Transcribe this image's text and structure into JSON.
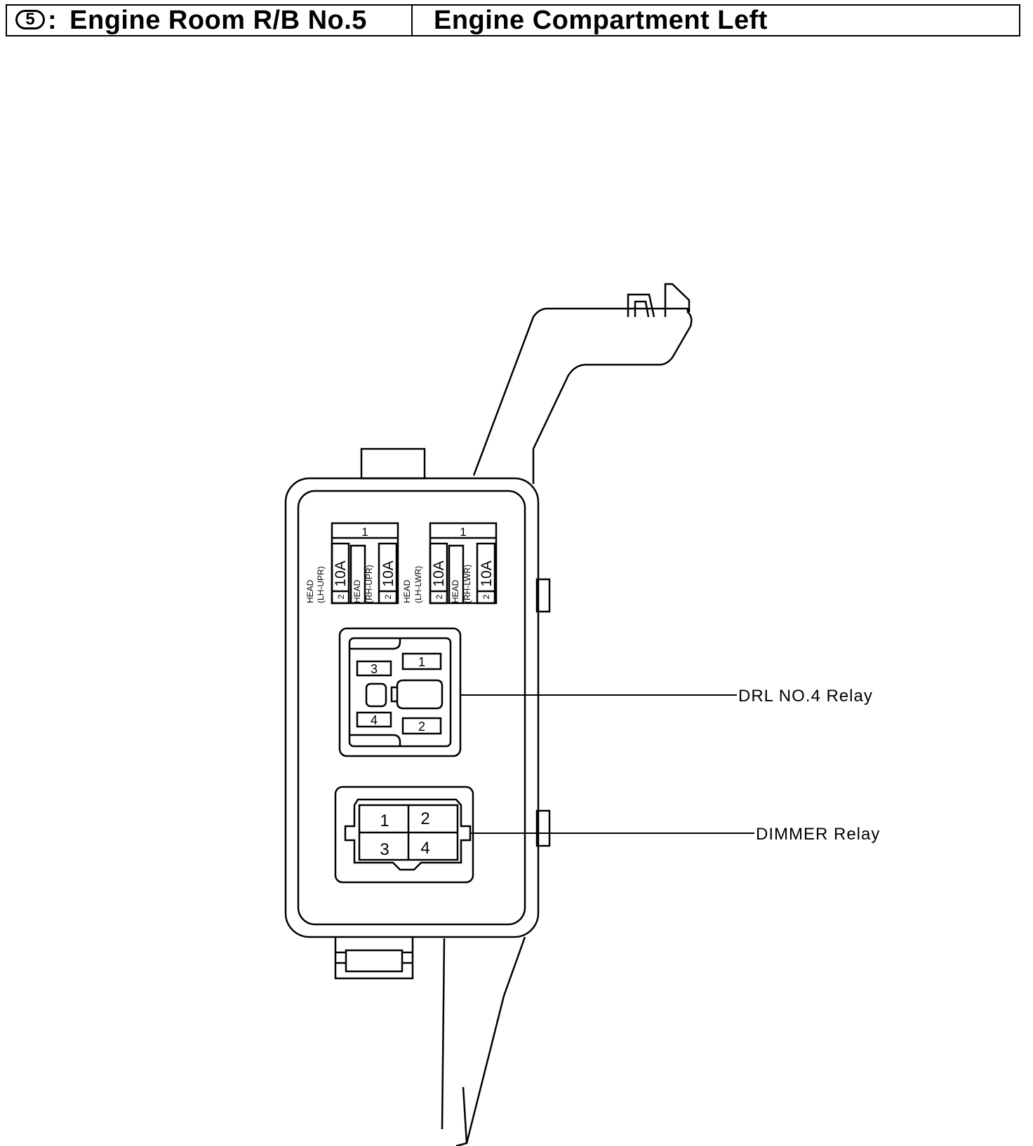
{
  "header": {
    "badge": "5",
    "colon": ":",
    "title": "Engine Room R/B No.5",
    "location": "Engine Compartment Left"
  },
  "fuses": [
    {
      "name": "HEAD",
      "sub": "(LH-UPR)",
      "amp": "10A",
      "top_pin": "1",
      "bottom_pin": "2"
    },
    {
      "name": "HEAD",
      "sub": "(RH-UPR)",
      "amp": "10A",
      "bottom_pin": "2"
    },
    {
      "name": "HEAD",
      "sub": "(LH-LWR)",
      "amp": "10A",
      "top_pin": "1",
      "bottom_pin": "2"
    },
    {
      "name": "HEAD",
      "sub": "(RH-LWR)",
      "amp": "10A",
      "bottom_pin": "2"
    }
  ],
  "drl_relay": {
    "label": "DRL NO.4 Relay",
    "pins": [
      "1",
      "2",
      "3",
      "4"
    ]
  },
  "dimmer_relay": {
    "label": "DIMMER Relay",
    "pins": [
      "1",
      "2",
      "3",
      "4"
    ]
  }
}
